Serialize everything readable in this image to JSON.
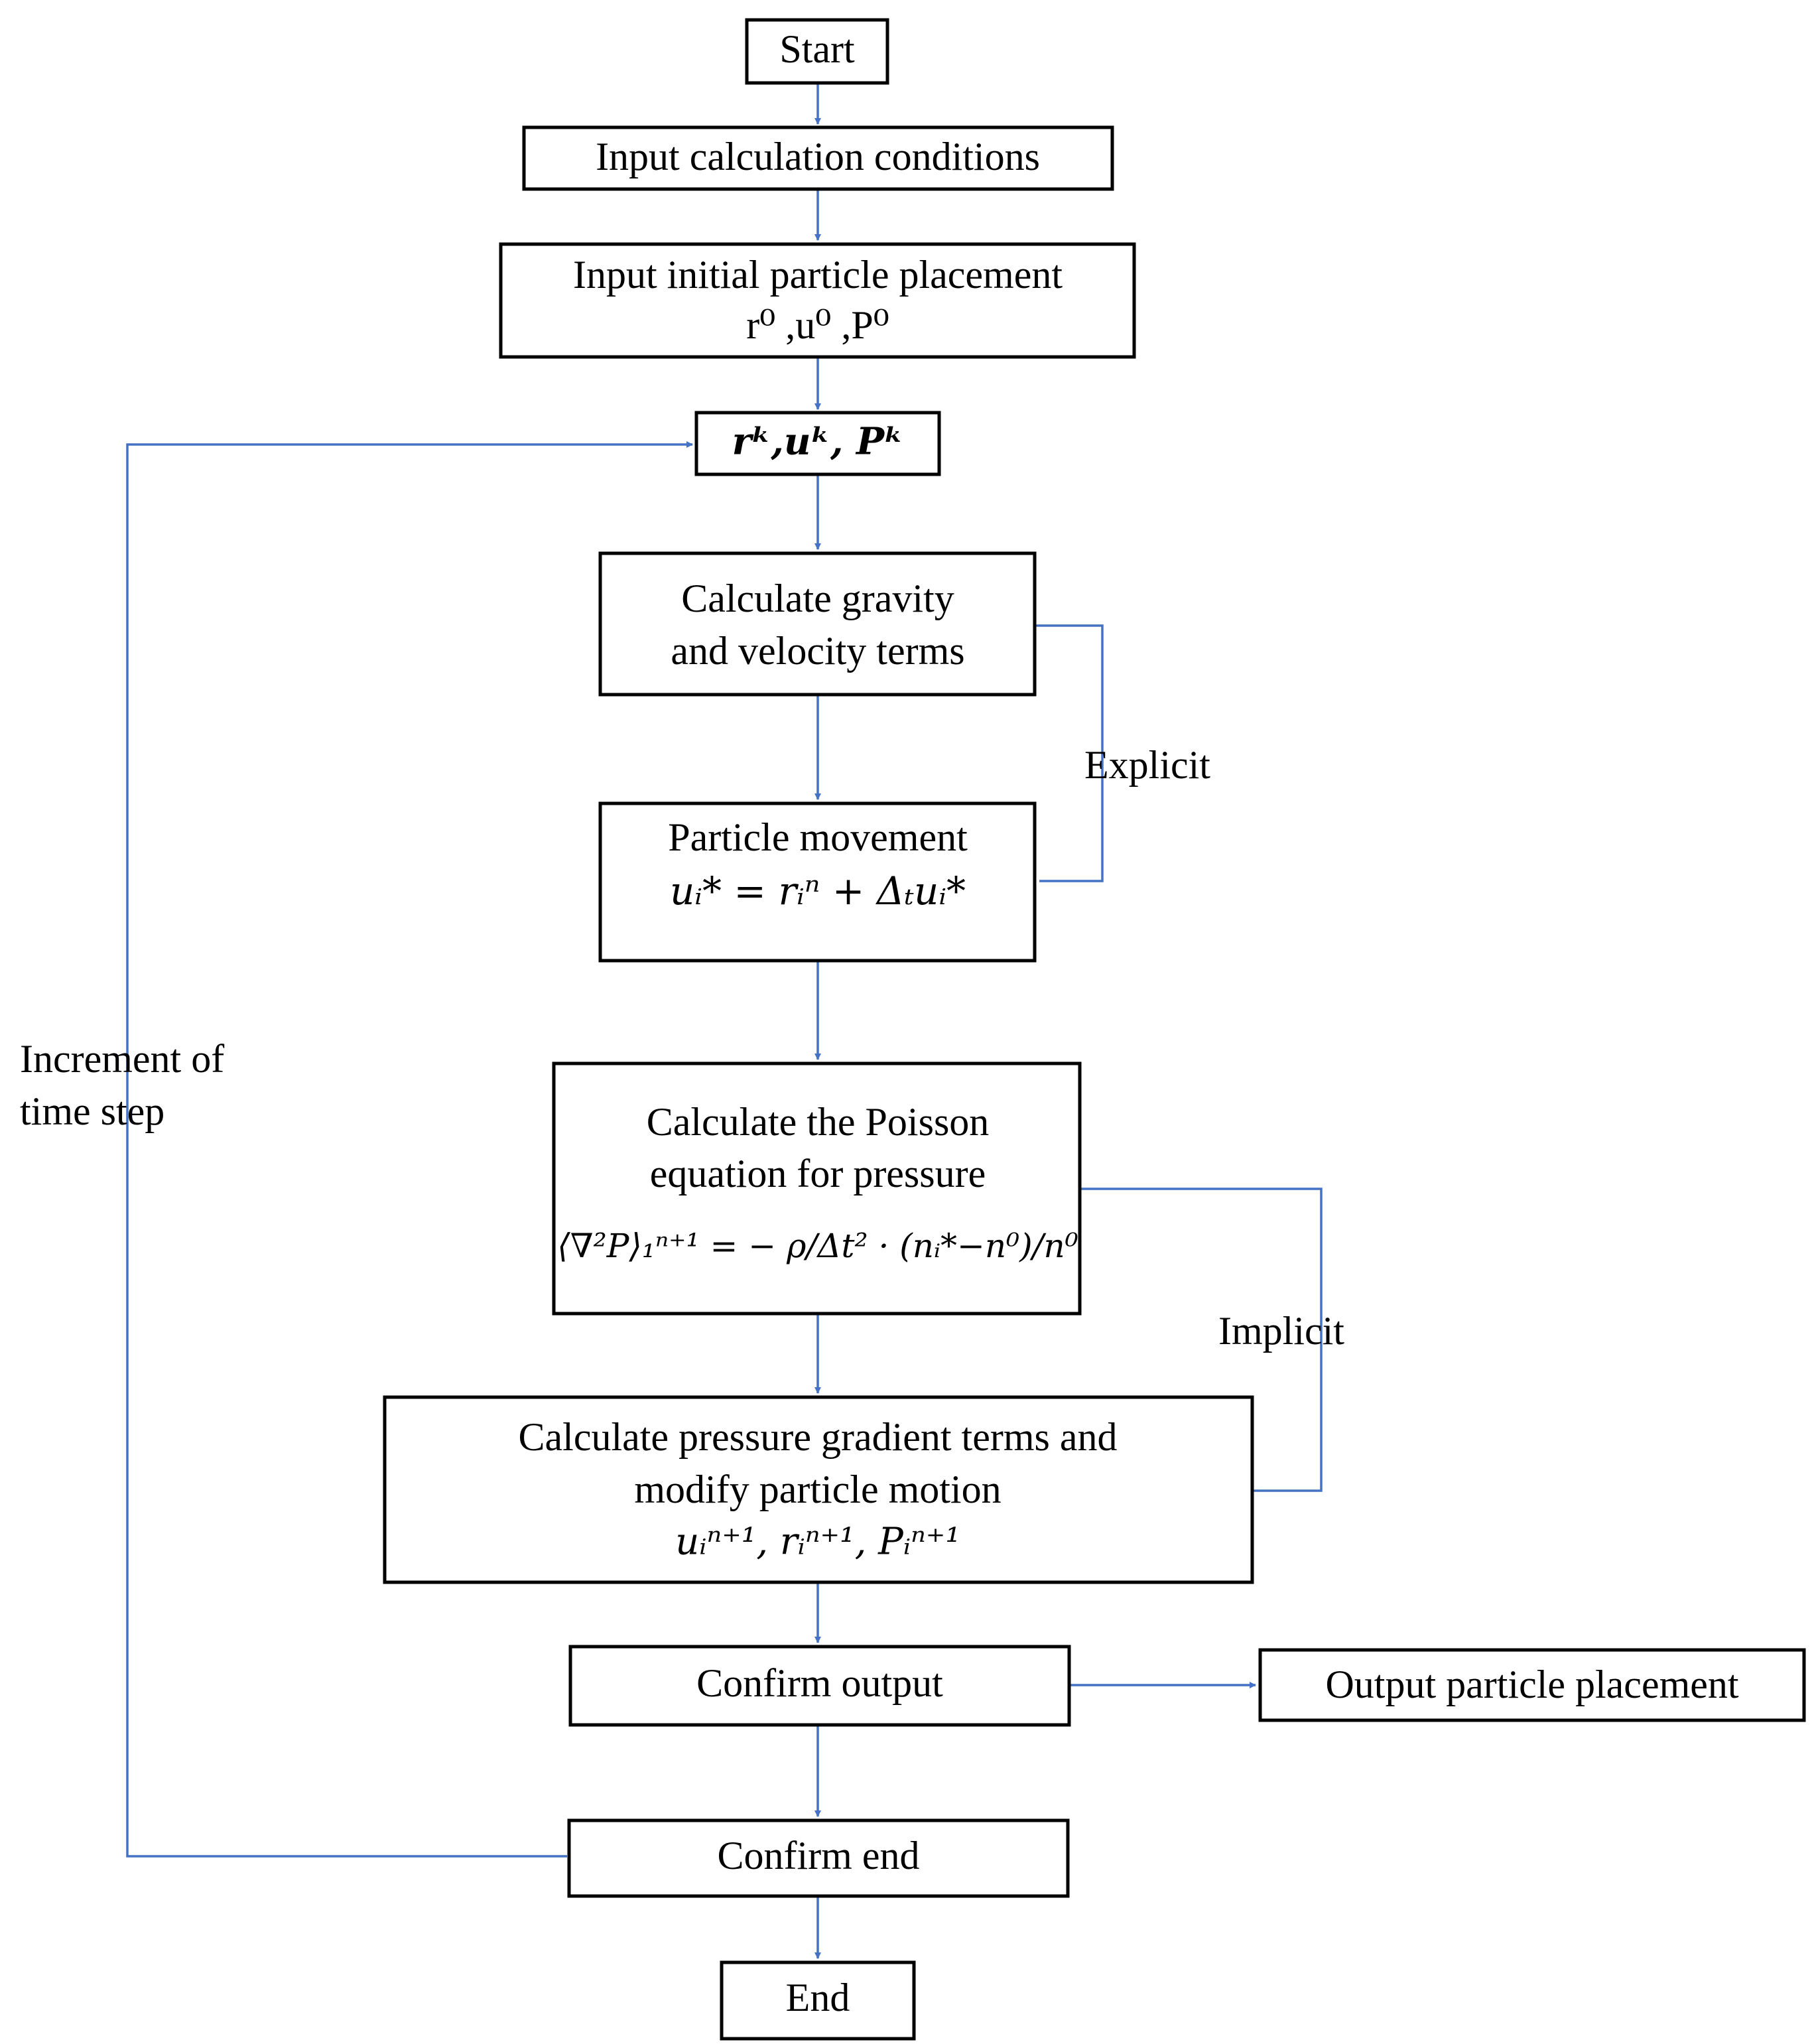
{
  "colors": {
    "connector": "#4472C4",
    "box_border": "#000000",
    "background": "#ffffff"
  },
  "nodes": {
    "start": {
      "label": "Start"
    },
    "input_conditions": {
      "label": "Input calculation conditions"
    },
    "input_initial": {
      "label": "Input initial particle placement",
      "formula": "r⁰ ,u⁰ ,P⁰"
    },
    "state_k": {
      "formula": "rᵏ,uᵏ, Pᵏ"
    },
    "gravity": {
      "line1": "Calculate gravity",
      "line2": "and velocity terms"
    },
    "movement": {
      "label": "Particle movement",
      "formula": "uᵢ* = rᵢⁿ + Δₜuᵢ*"
    },
    "poisson": {
      "line1": "Calculate the Poisson",
      "line2": "equation for pressure",
      "formula": "⟨∇²P⟩₁ⁿ⁺¹ = − ρ/Δt² · (nᵢ*−n⁰)/n⁰"
    },
    "pressure_gradient": {
      "line1": "Calculate pressure gradient terms and",
      "line2": "modify particle motion",
      "formula": "uᵢⁿ⁺¹, rᵢⁿ⁺¹, Pᵢⁿ⁺¹"
    },
    "confirm_output": {
      "label": "Confirm output"
    },
    "output_placement": {
      "label": "Output particle placement"
    },
    "confirm_end": {
      "label": "Confirm end"
    },
    "end": {
      "label": "End"
    }
  },
  "annotations": {
    "explicit": "Explicit",
    "implicit": "Implicit",
    "increment_line1": "Increment of",
    "increment_line2": "time step"
  }
}
